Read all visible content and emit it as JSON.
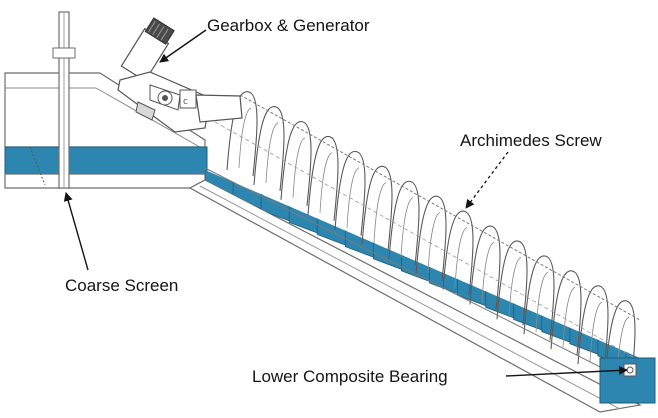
{
  "labels": {
    "gearbox": "Gearbox & Generator",
    "screw": "Archimedes Screw",
    "coarse_screen": "Coarse Screen",
    "lower_bearing": "Lower Composite Bearing"
  },
  "colors": {
    "water": "#2d86b0",
    "water_edge": "#1e5d7d",
    "structure_line": "#6e6e6e",
    "structure_fill": "#ffffff",
    "screw_line": "#5a5a5a",
    "arrow": "#151515",
    "text": "#151515",
    "background": "#ffffff"
  }
}
